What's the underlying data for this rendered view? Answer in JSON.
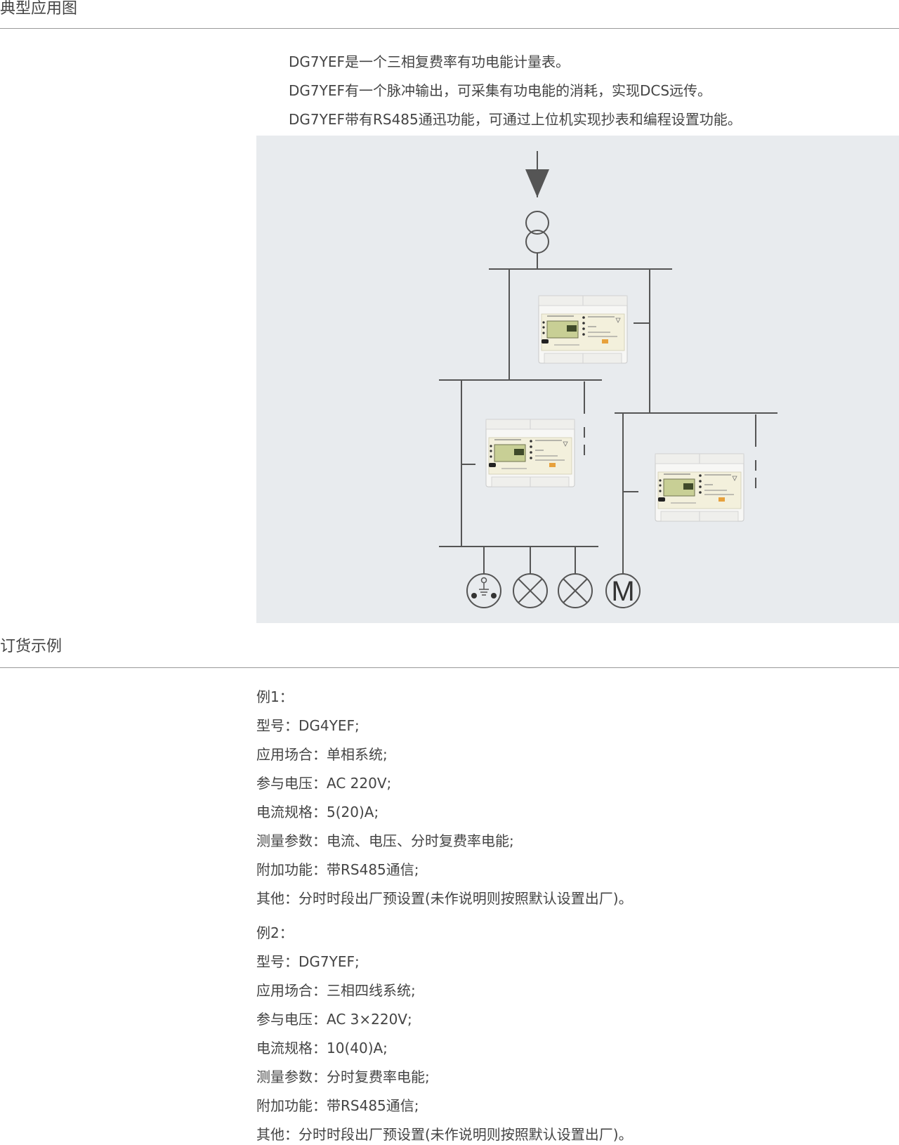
{
  "sections": {
    "typical_application": {
      "title": "典型应用图",
      "lines": [
        "DG7YEF是一个三相复费率有功电能计量表。",
        "DG7YEF有一个脉冲输出，可采集有功电能的消耗，实现DCS远传。",
        "DG7YEF带有RS485通迅功能，可通过上位机实现抄表和编程设置功能。"
      ],
      "diagram": {
        "motor_label": "M"
      }
    },
    "order_examples": {
      "title": "订货示例",
      "examples": [
        {
          "heading": "例1：",
          "lines": [
            "型号：DG4YEF;",
            "应用场合：单相系统;",
            "参与电压：AC 220V;",
            "电流规格：5(20)A;",
            "测量参数：电流、电压、分时复费率电能;",
            "附加功能：带RS485通信;",
            "其他：分时时段出厂预设置(未作说明则按照默认设置出厂)。"
          ]
        },
        {
          "heading": "例2：",
          "lines": [
            "型号：DG7YEF;",
            "应用场合：三相四线系统;",
            "参与电压：AC 3×220V;",
            "电流规格：10(40)A;",
            "测量参数：分时复费率电能;",
            "附加功能：带RS485通信;",
            "其他：分时时段出厂预设置(未作说明则按照默认设置出厂)。"
          ]
        }
      ]
    }
  },
  "colors": {
    "diagram_background": "#e8ebee",
    "line": "#555555",
    "meter_body": "#f6f6f4",
    "lcd": "#c9cf9a"
  }
}
